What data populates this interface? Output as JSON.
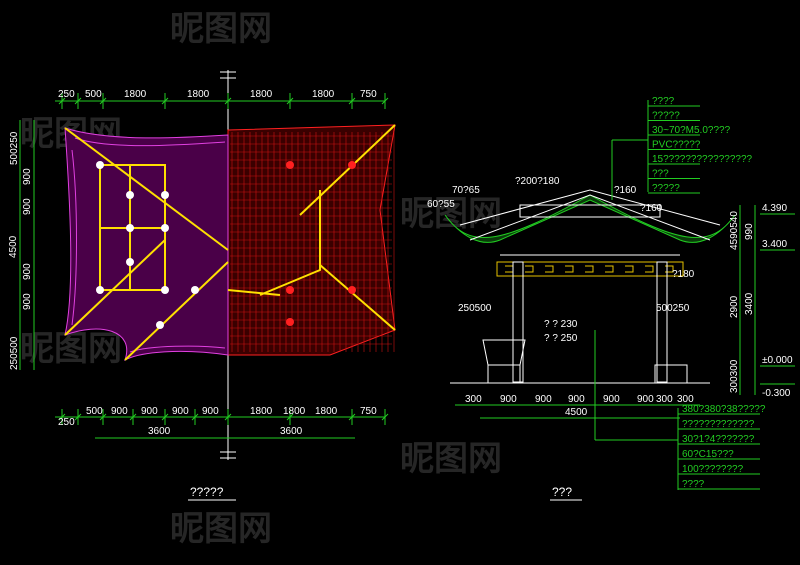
{
  "plan": {
    "top_dims": [
      "250",
      "500",
      "1800",
      "1800",
      "1800",
      "1800",
      "750"
    ],
    "bottom_dims": [
      "500",
      "900",
      "900",
      "900",
      "900",
      "1800",
      "1800",
      "1800",
      "750"
    ],
    "bottom_extra": "250",
    "bottom_totals": [
      "3600",
      "3600"
    ],
    "left_dims": [
      "500250",
      "900",
      "900",
      "4500",
      "900",
      "900",
      "250500"
    ],
    "caption": "?????"
  },
  "section": {
    "bottom_dims": [
      "300",
      "900",
      "900",
      "900",
      "900",
      "900",
      "300",
      "300"
    ],
    "bottom_total": "4500",
    "right_dims": [
      "4590540",
      "990",
      "2900",
      "3400",
      "300300"
    ],
    "levels": [
      "4.390",
      "3.400",
      "±0.000",
      "-0.300"
    ],
    "top_labels": [
      "70?65",
      "?200?180",
      "60?55",
      "?160",
      "?160",
      "?180"
    ],
    "mid_labels": [
      "250500",
      "500250",
      "? ?  230",
      "? ?  250"
    ],
    "notes_top": [
      "????",
      "?????",
      "30~70?M5.0????",
      "PVC?????",
      "15????????????????",
      "???",
      "?????"
    ],
    "notes_bottom": [
      "380?380?38?????",
      "?????????????",
      "30?1?4???????",
      "60?C15???",
      "100????????",
      "????"
    ],
    "caption": "???"
  },
  "watermarks": [
    "昵图网",
    "昵图网",
    "昵图网",
    "昵图网",
    "昵图网",
    "昵图网"
  ]
}
